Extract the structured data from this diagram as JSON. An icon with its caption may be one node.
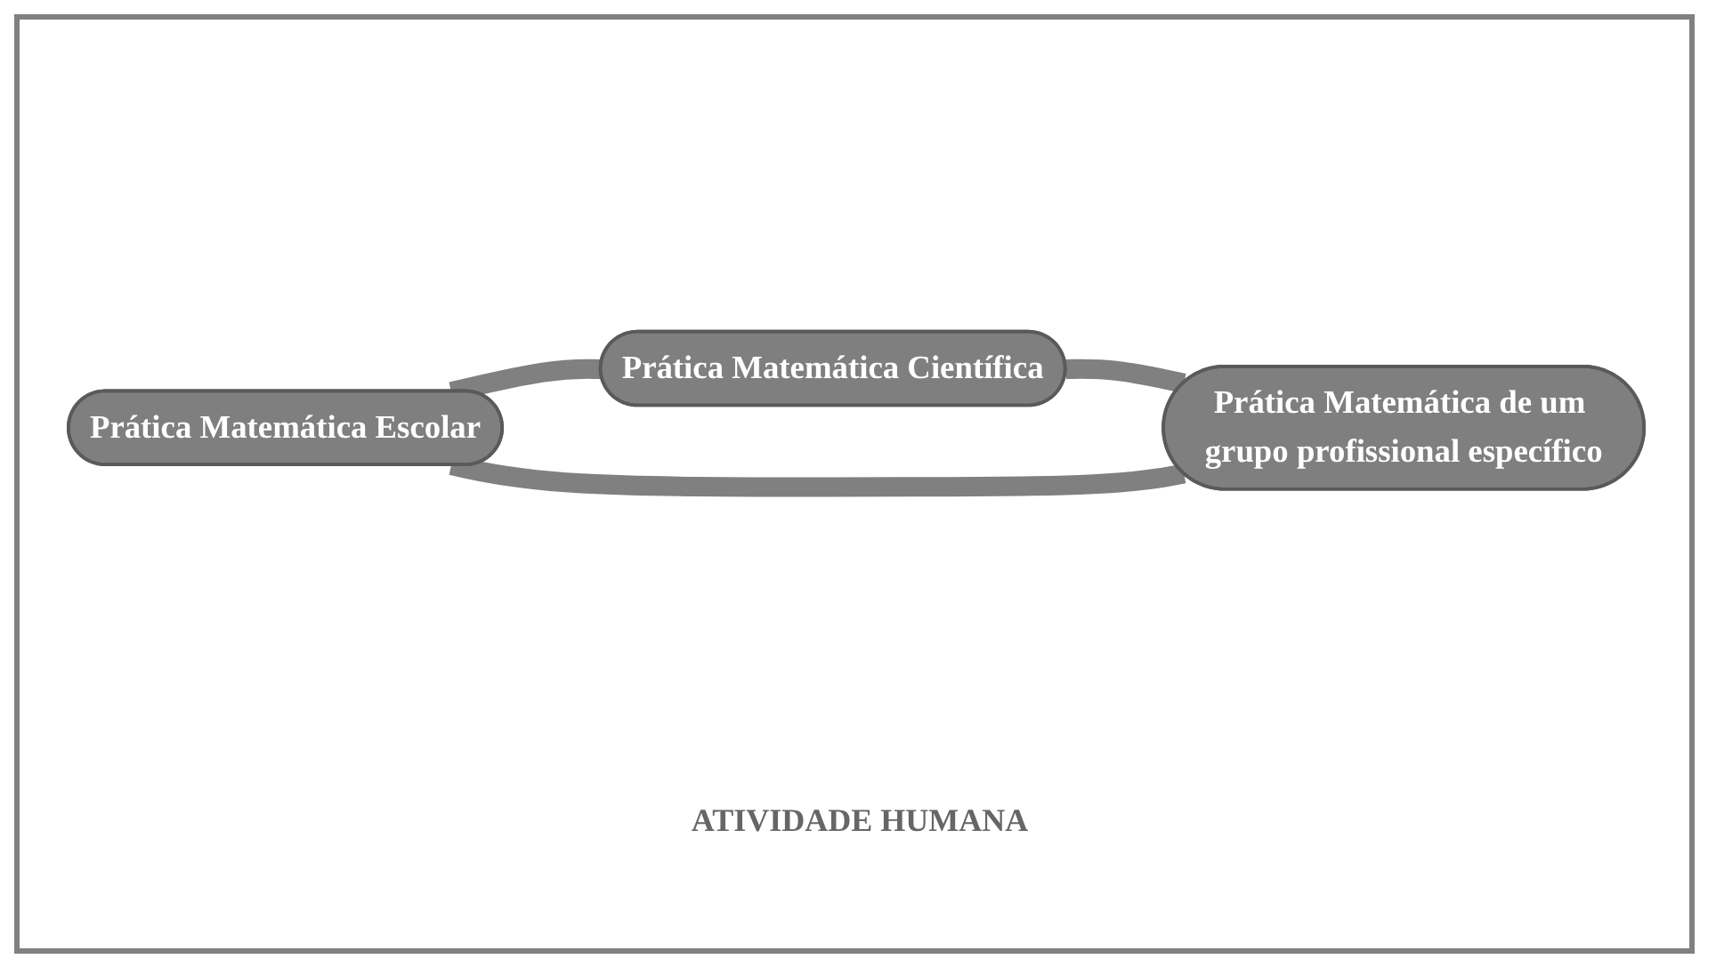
{
  "diagram": {
    "nodes": [
      {
        "text": [
          "Prática Matemática Científica"
        ]
      },
      {
        "text": [
          "Prática Matemática Escolar"
        ]
      },
      {
        "text": [
          "Prática Matemática de um grupo profissional específico"
        ]
      }
    ],
    "edges": [
      {
        "from": 1,
        "to": 0,
        "arrow": "none"
      },
      {
        "from": 0,
        "to": 2,
        "arrow": "none"
      },
      {
        "from": 1,
        "to": 2,
        "arrow": "none"
      }
    ],
    "labels": [
      "ATIVIDADE HUMANA"
    ]
  }
}
